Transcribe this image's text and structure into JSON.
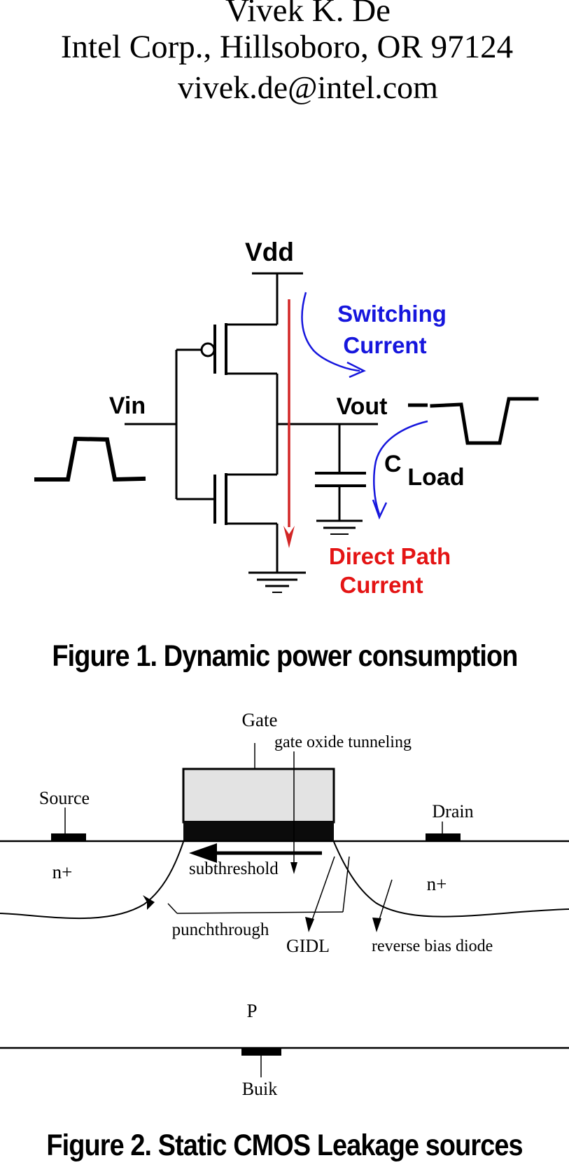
{
  "header": {
    "author": "Vivek K. De",
    "affiliation": "Intel Corp., Hillsoboro, OR 97124",
    "email": "vivek.de@intel.com"
  },
  "figure1": {
    "caption": "Figure 1. Dynamic power consumption",
    "labels": {
      "vdd": "Vdd",
      "vin": "Vin",
      "vout": "Vout",
      "cap_c": "C",
      "cap_load": "Load",
      "switching_line1": "Switching",
      "switching_line2": "Current",
      "direct_line1": "Direct Path",
      "direct_line2": "Current"
    },
    "colors": {
      "switching_current_blue": "#1616dd",
      "direct_path_red": "#e41414",
      "wire_black": "#000000"
    }
  },
  "figure2": {
    "caption": "Figure 2. Static CMOS Leakage sources",
    "labels": {
      "gate": "Gate",
      "gate_oxide_tunneling": "gate oxide tunneling",
      "source": "Source",
      "drain": "Drain",
      "n_plus_left": "n+",
      "n_plus_right": "n+",
      "subthreshold": "subthreshold",
      "punchthrough": "punchthrough",
      "gidl": "GIDL",
      "reverse_bias_diode": "reverse bias diode",
      "p_substrate": "P",
      "bulk": "Buik"
    },
    "colors": {
      "gate_fill_gray": "#e3e3e3",
      "oxide_black": "#0b0b0b"
    }
  }
}
